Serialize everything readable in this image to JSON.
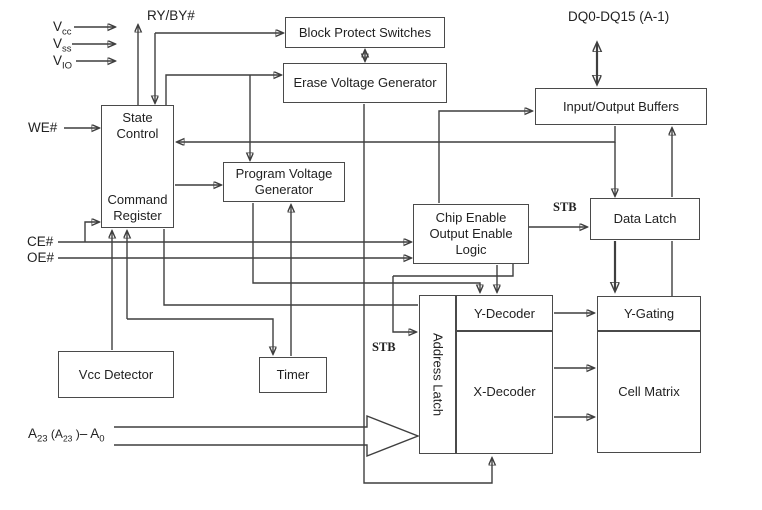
{
  "diagram": {
    "blocks": {
      "block_protect": "Block Protect Switches",
      "erase_voltage_generator": "Erase Voltage Generator",
      "io_buffers": "Input/Output Buffers",
      "state_control": [
        "State",
        "Control"
      ],
      "command_register": [
        "Command",
        "Register"
      ],
      "program_voltage_generator": [
        "Program Voltage",
        "Generator"
      ],
      "chip_enable_logic": [
        "Chip Enable",
        "Output Enable",
        "Logic"
      ],
      "data_latch": "Data Latch",
      "vcc_detector": "Vcc Detector",
      "timer": "Timer",
      "address_latch": "Address Latch",
      "y_decoder": "Y-Decoder",
      "x_decoder": "X-Decoder",
      "y_gating": "Y-Gating",
      "cell_matrix": "Cell Matrix"
    },
    "pins": {
      "vcc": {
        "base": "V",
        "sub": "cc"
      },
      "vss": {
        "base": "V",
        "sub": "ss"
      },
      "vio": {
        "base": "V",
        "sub": "IO"
      },
      "we": "WE#",
      "ce": "CE#",
      "oe": "OE#",
      "ryby": "RY/BY#",
      "dq": "DQ0-DQ15 (A-1)",
      "addr": {
        "p1": "A",
        "s1": "23",
        "p2": " (A",
        "s2": "23",
        "p3": " )",
        "p4": "– A",
        "s3": "0"
      }
    },
    "signals": {
      "stb": "STB"
    },
    "colors": {
      "line": "#3f3f3f",
      "border": "#4a4a4a",
      "text": "#222222",
      "background": "#ffffff"
    }
  }
}
